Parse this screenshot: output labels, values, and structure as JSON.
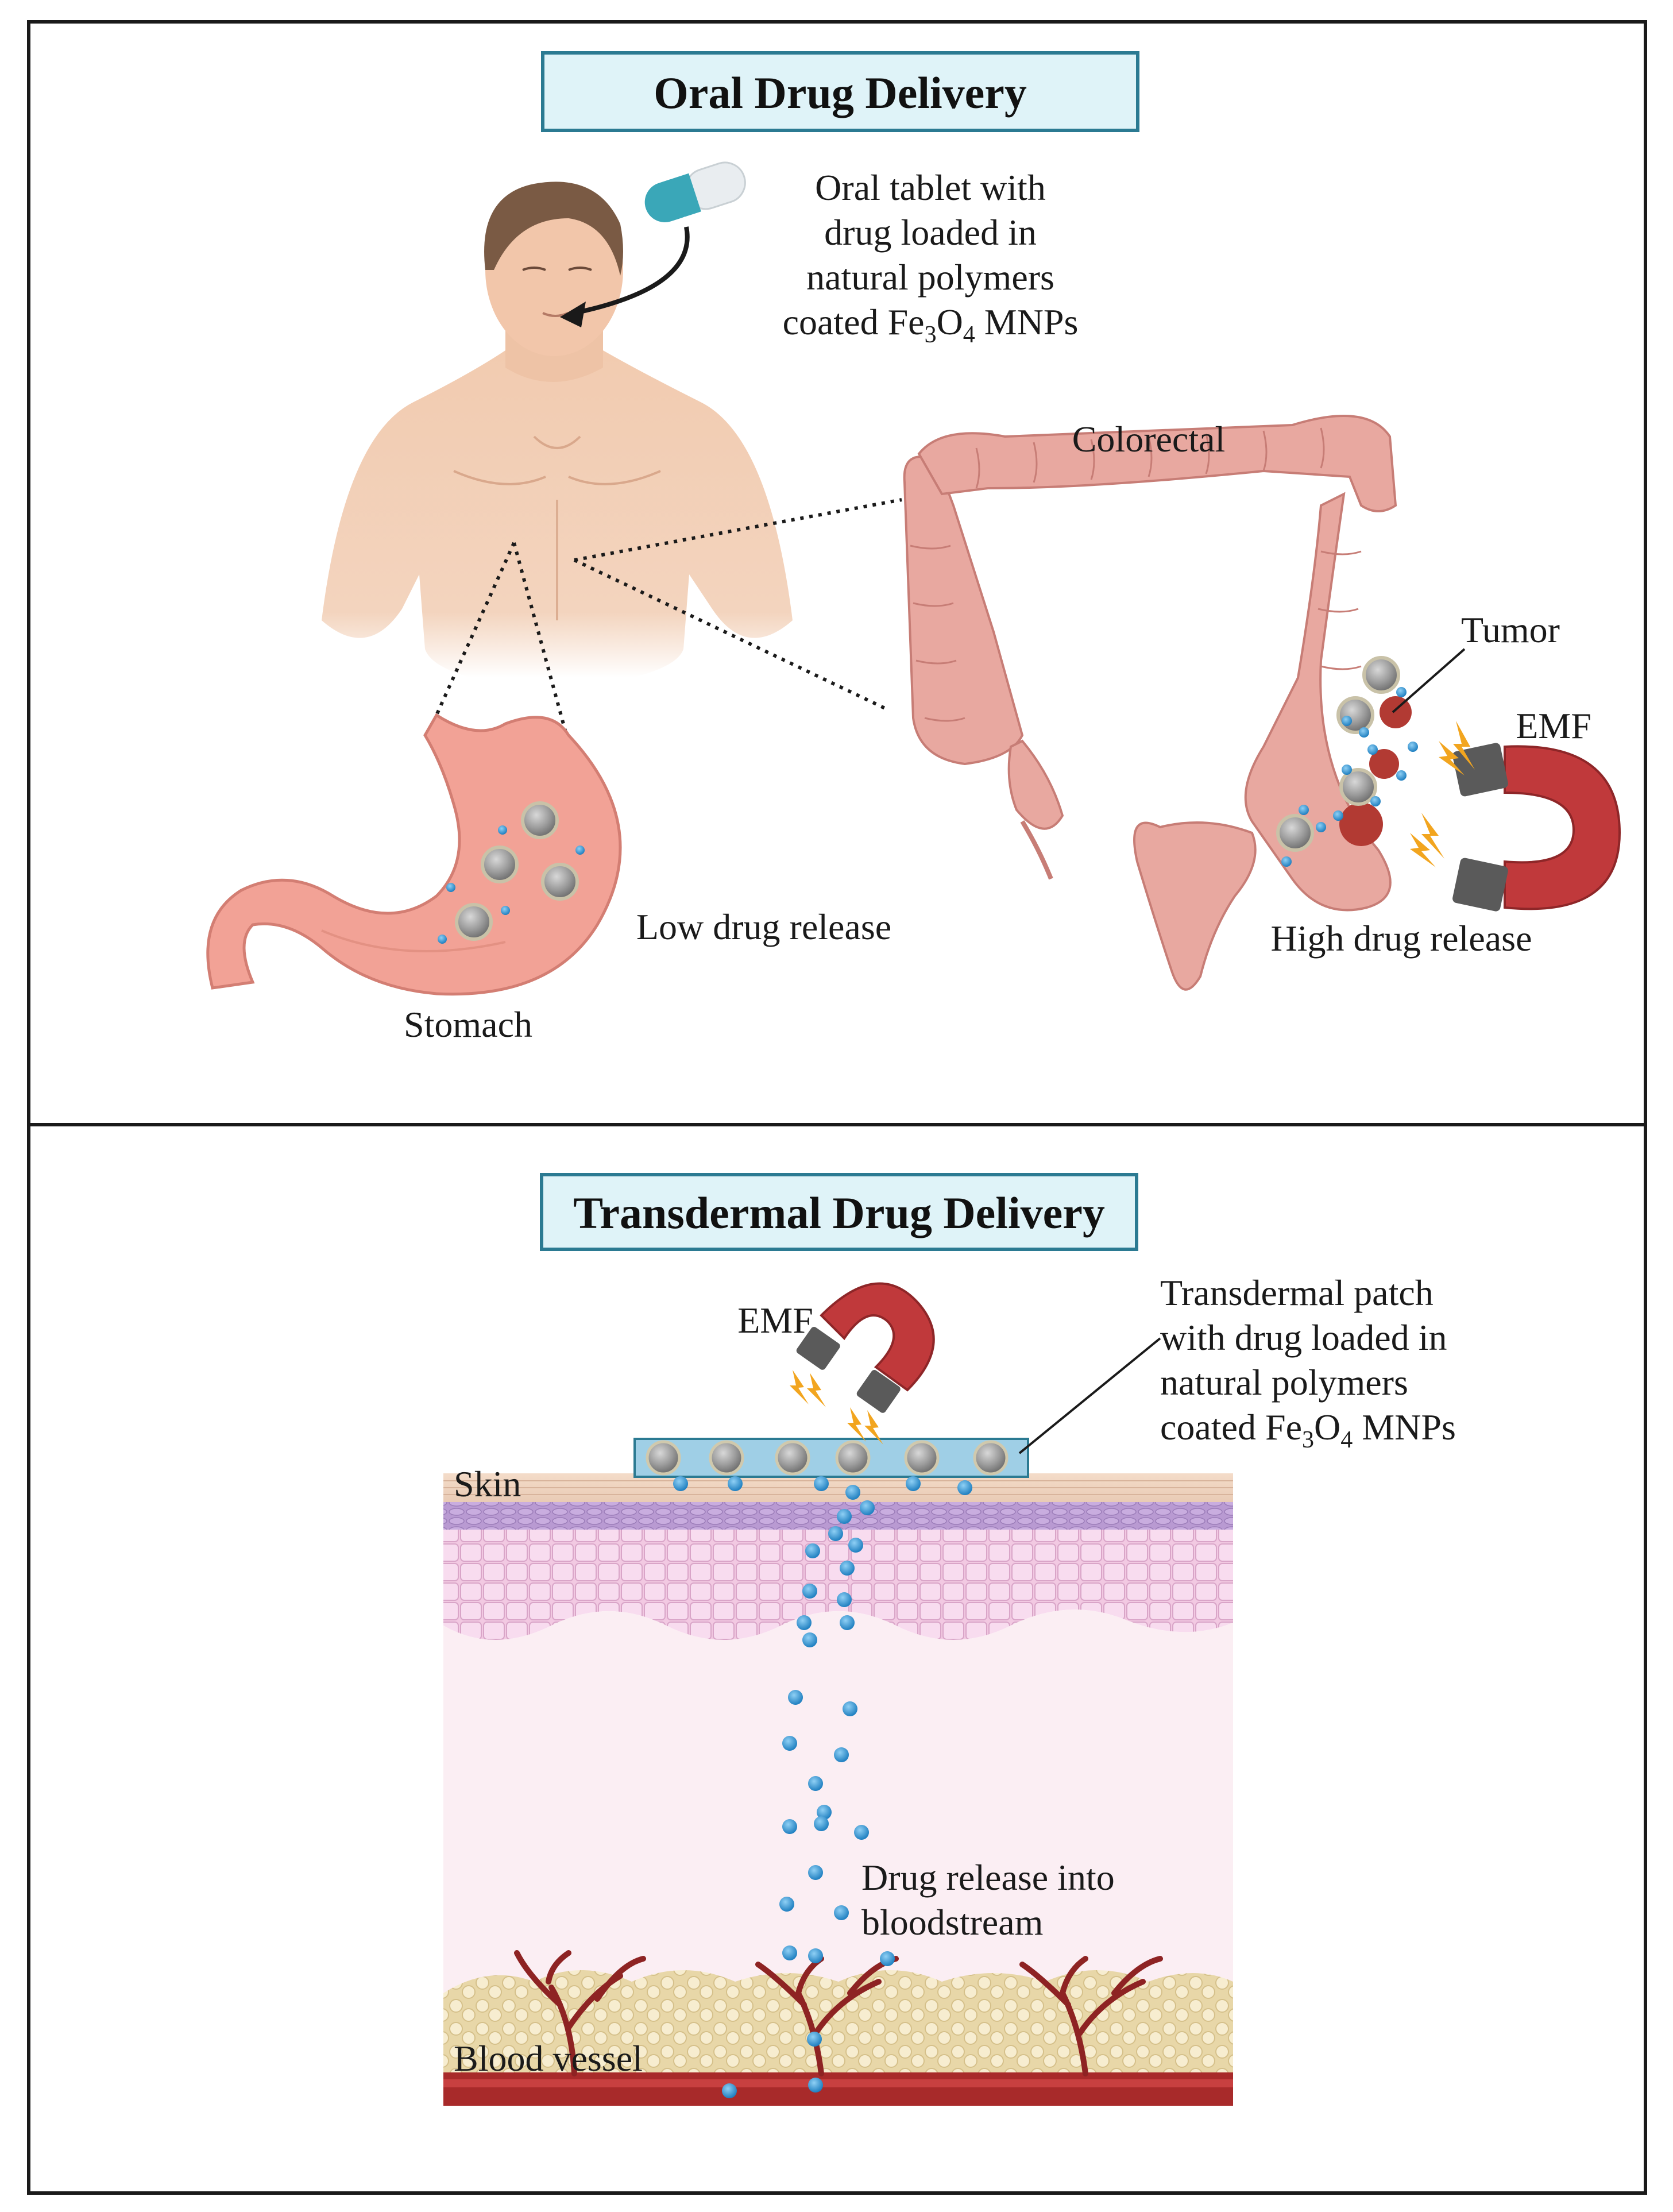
{
  "oral": {
    "title": "Oral Drug Delivery",
    "tablet_line1": "Oral tablet with",
    "tablet_line2": "drug loaded in",
    "tablet_line3": "natural polymers",
    "tablet_line4_a": "coated Fe",
    "tablet_line4_sub3": "3",
    "tablet_line4_b": "O",
    "tablet_line4_sub4": "4",
    "tablet_line4_c": " MNPs",
    "colorectal": "Colorectal",
    "tumor": "Tumor",
    "emf": "EMF",
    "stomach": "Stomach",
    "low_release": "Low drug release",
    "high_release": "High drug release"
  },
  "transdermal": {
    "title": "Transdermal Drug Delivery",
    "emf": "EMF",
    "patch_line1": "Transdermal patch",
    "patch_line2": "with drug loaded in",
    "patch_line3": "natural polymers",
    "patch_line4_a": "coated Fe",
    "patch_line4_sub3": "3",
    "patch_line4_b": "O",
    "patch_line4_sub4": "4",
    "patch_line4_c": " MNPs",
    "skin": "Skin",
    "release_line1": "Drug release into",
    "release_line2": "bloodstream",
    "blood_vessel": "Blood vessel"
  },
  "colors": {
    "title_box_fill": "#dff3f8",
    "title_box_border": "#2b7a92",
    "drug": "#2e8fcf",
    "nanoparticle": "#9c9c9c",
    "magnet_red": "#c0393b",
    "magnet_gray": "#5a5a5a",
    "colon": "#e8a8a0",
    "stomach": "#f2a296",
    "skin": "#f9eef2",
    "blood": "#a82a2a"
  },
  "icons": [
    "capsule-icon",
    "human-torso-icon",
    "stomach-icon",
    "colon-icon",
    "magnet-icon",
    "skin-layers-icon",
    "blood-vessel-icon"
  ]
}
